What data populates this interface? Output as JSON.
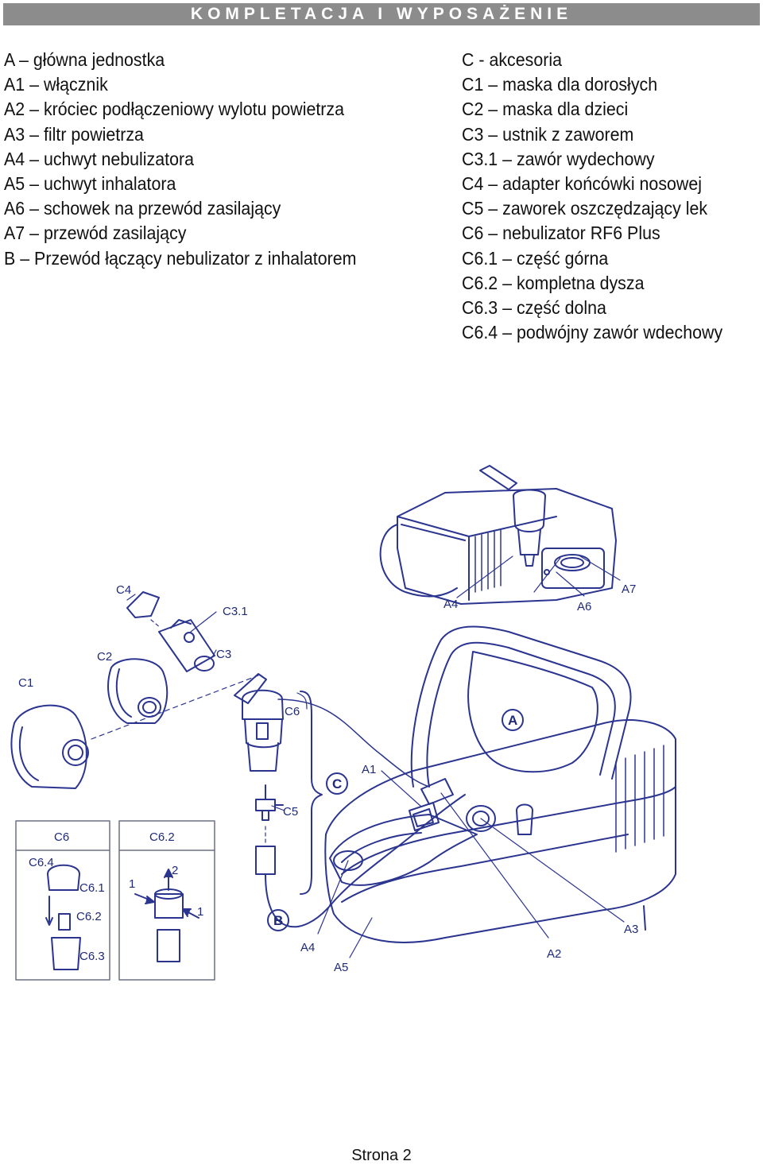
{
  "header": {
    "title": "KOMPLETACJA I WYPOSAŻENIE"
  },
  "left_list": [
    "A – główna jednostka",
    "A1 – włącznik",
    "A2 – króciec podłączeniowy wylotu powietrza",
    "A3 – filtr powietrza",
    "A4 – uchwyt nebulizatora",
    "A5 – uchwyt inhalatora",
    "A6 – schowek na przewód zasilający",
    "A7 – przewód zasilający",
    "B – Przewód łączący nebulizator z inhalatorem"
  ],
  "right_list": [
    "C - akcesoria",
    "C1 – maska dla dorosłych",
    "C2 – maska dla dzieci",
    "C3 – ustnik z zaworem",
    "C3.1 – zawór wydechowy",
    "C4 – adapter końcówki nosowej",
    "C5 – zaworek oszczędzający lek",
    "C6 – nebulizator RF6 Plus",
    "C6.1 – część górna",
    "C6.2 – kompletna dysza",
    "C6.3 – część dolna",
    "C6.4 – podwójny zawór wdechowy"
  ],
  "figure": {
    "labels": {
      "c4": "C4",
      "c3_1": "C3.1",
      "c2": "C2",
      "c3": "C3",
      "c1": "C1",
      "c6": "C6",
      "c5": "C5",
      "c": "C",
      "a1": "A1",
      "a": "A",
      "a4_top": "A4",
      "a6": "A6",
      "a7": "A7",
      "b": "B",
      "a4": "A4",
      "a5": "A5",
      "a2": "A2",
      "a3": "A3",
      "box1_title": "C6",
      "box2_title": "C6.2",
      "c6_4": "C6.4",
      "c6_1": "C6.1",
      "c6_2": "C6.2",
      "c6_3": "C6.3",
      "arrow_1a": "1",
      "arrow_2": "2",
      "arrow_1b": "1"
    }
  },
  "footer": {
    "page": "Strona 2"
  }
}
